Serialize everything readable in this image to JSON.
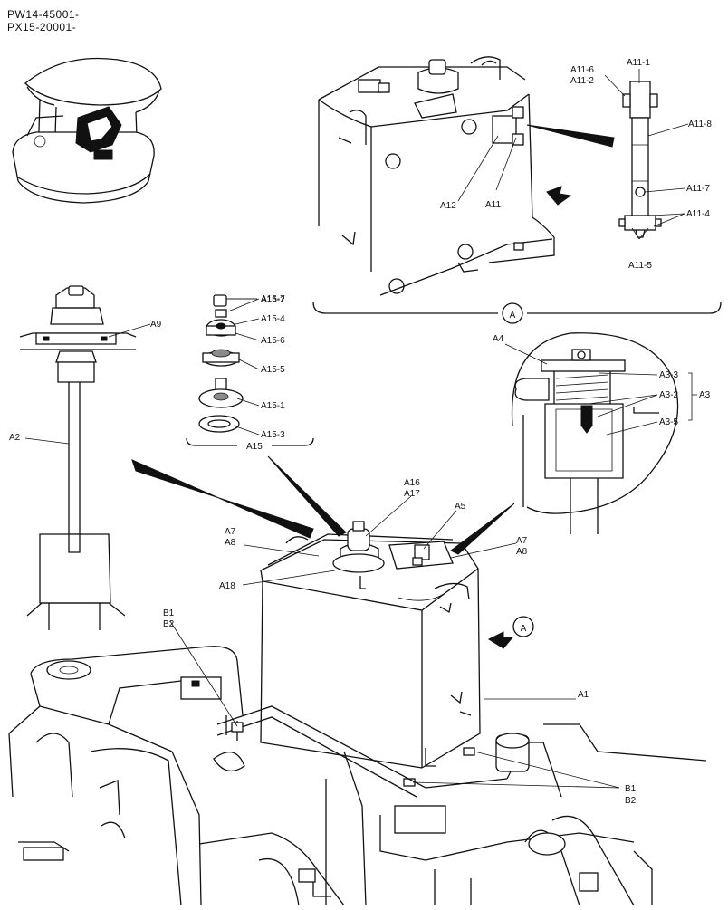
{
  "serial_numbers": [
    "PW14-45001-",
    "PX15-20001-"
  ],
  "view_marker": "A",
  "labels": {
    "a11_6": "A11-6",
    "a11_2": "A11-2",
    "a11_1": "A11-1",
    "a11_8": "A11-8",
    "a11_7": "A11-7",
    "a11_4": "A11-4",
    "a11_5": "A11-5",
    "a12": "A12",
    "a11": "A11",
    "a15_7": "A15-7",
    "a15_2": "A15-2",
    "a15_4": "A15-4",
    "a15_6": "A15-6",
    "a15_5": "A15-5",
    "a15_1": "A15-1",
    "a15_3": "A15-3",
    "a15": "A15",
    "a9": "A9",
    "a2": "A2",
    "a4": "A4",
    "a3_3": "A3-3",
    "a3_2": "A3-2",
    "a3": "A3",
    "a3_5": "A3-5",
    "a16": "A16",
    "a17": "A17",
    "a5": "A5",
    "a7_left": "A7",
    "a8_left": "A8",
    "a7_right": "A7",
    "a8_right": "A8",
    "a18": "A18",
    "b1_left": "B1",
    "b2_left": "B2",
    "a1": "A1",
    "b1_right": "B1",
    "b2_right": "B2"
  }
}
